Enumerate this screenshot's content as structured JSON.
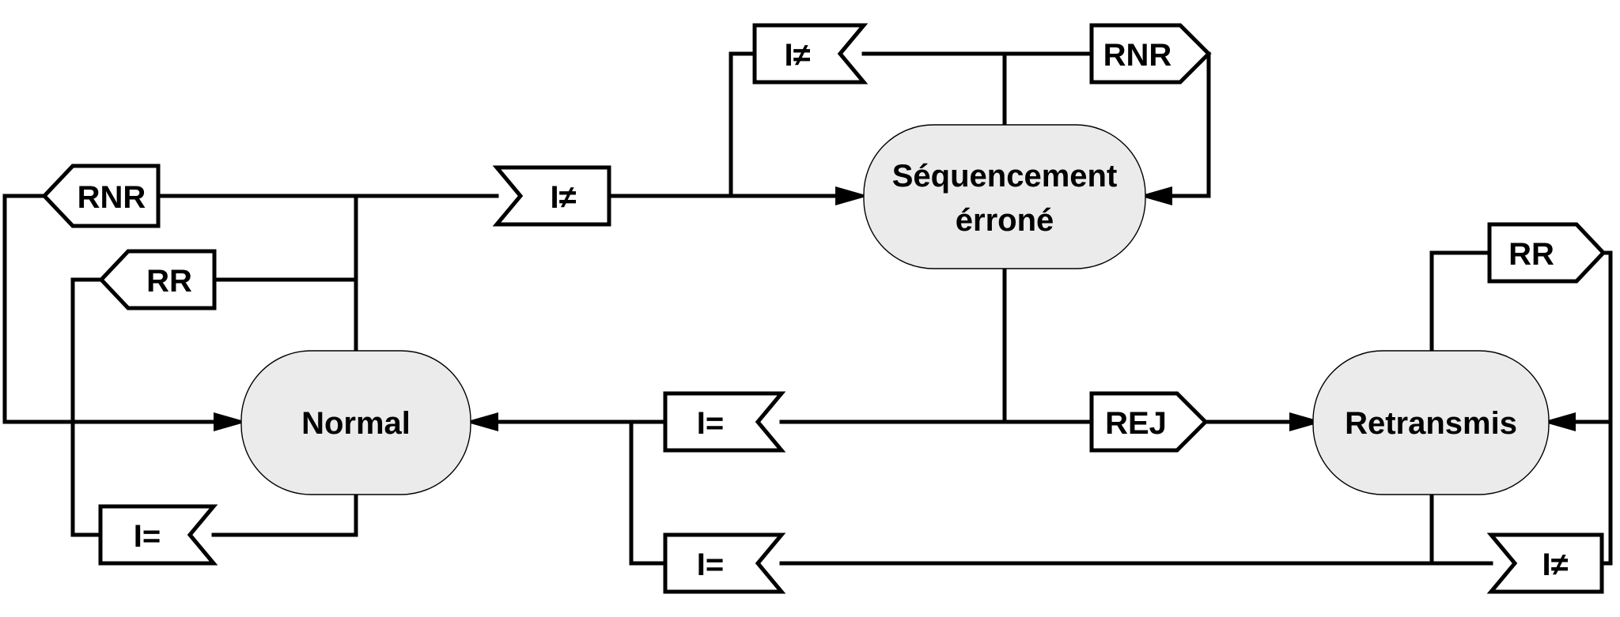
{
  "states": {
    "normal": "Normal",
    "sequencement_line1": "Séquencement",
    "sequencement_line2": "érroné",
    "retransmis": "Retransmis"
  },
  "signals": {
    "rnr_left": "RNR",
    "rr_left": "RR",
    "i_eq_bottom_left": "I=",
    "i_neq_top": "I≠",
    "i_neq_seq_top": "I≠",
    "rnr_seq_top": "RNR",
    "i_eq_middle": "I=",
    "rej": "REJ",
    "i_eq_bottom_middle": "I=",
    "rr_right": "RR",
    "i_neq_bottom_right": "I≠"
  },
  "colors": {
    "state_fill": "#ebebeb",
    "line": "#000000",
    "background": "#ffffff"
  }
}
